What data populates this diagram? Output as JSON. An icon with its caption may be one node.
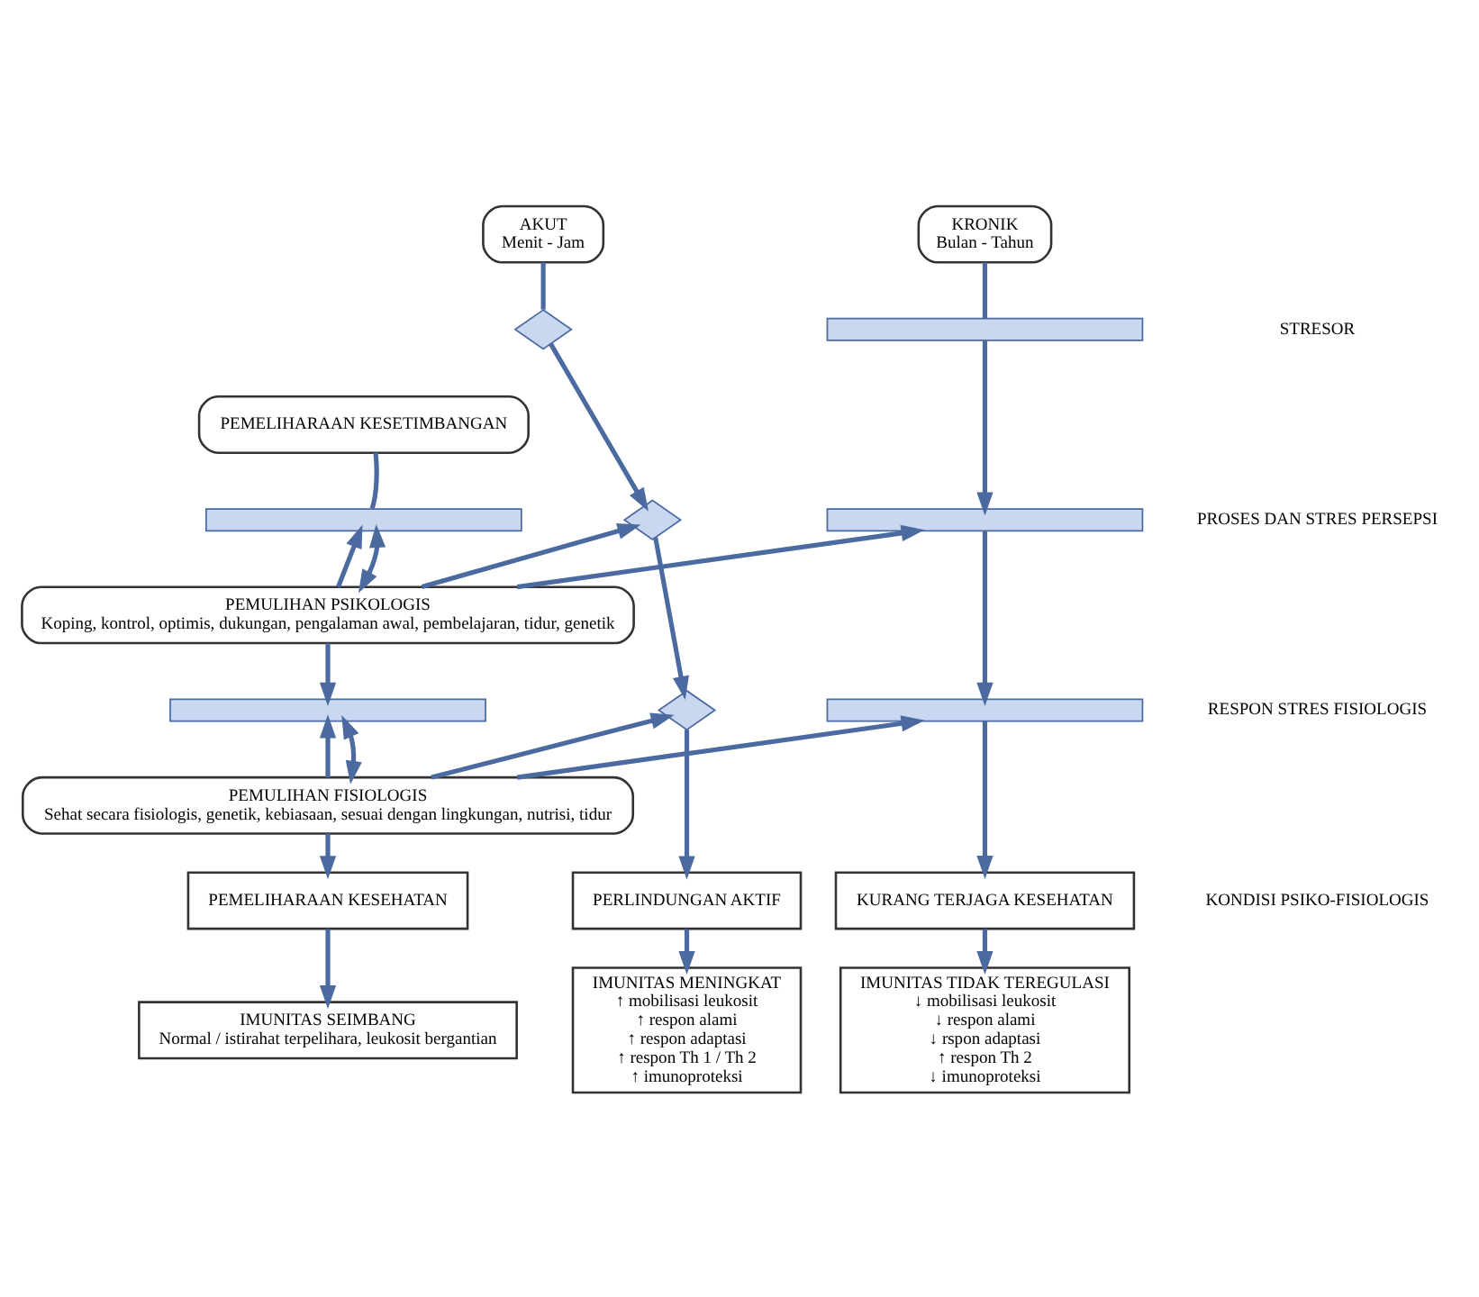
{
  "diagram": {
    "nodes": [
      {
        "text": [
          "AKUT",
          "Menit - Jam"
        ]
      },
      {
        "text": [
          "KRONIK",
          "Bulan - Tahun"
        ]
      },
      {
        "text": [
          "PEMELIHARAAN KESETIMBANGAN"
        ]
      },
      {
        "text": [
          "PEMULIHAN PSIKOLOGIS",
          "Koping, kontrol, optimis, dukungan, pengalaman awal, pembelajaran, tidur, genetik"
        ]
      },
      {
        "text": [
          "PEMULIHAN FISIOLOGIS",
          "Sehat secara fisiologis, genetik, kebiasaan, sesuai dengan lingkungan, nutrisi, tidur"
        ]
      },
      {
        "text": [
          "PERLINDUNGAN AKTIF"
        ]
      },
      {
        "text": [
          "PEMELIHARAAN KESEHATAN"
        ]
      },
      {
        "text": [
          "KURANG TERJAGA KESEHATAN"
        ]
      },
      {
        "text": [
          "IMUNITAS MENINGKAT",
          "↑ mobilisasi leukosit",
          "↑ respon alami",
          "↑ respon adaptasi",
          "↑ respon Th 1 / Th 2",
          "↑ imunoproteksi"
        ]
      },
      {
        "text": [
          "IMUNITAS SEIMBANG",
          "Normal / istirahat terpelihara, leukosit bergantian"
        ]
      },
      {
        "text": [
          "IMUNITAS TIDAK TEREGULASI",
          "↓ mobilisasi leukosit",
          "↓ respon alami",
          "↓ rspon adaptasi",
          "↑ respon Th 2",
          "↓ imunoproteksi"
        ]
      },
      {
        "text": [],
        "shape": "diamond"
      },
      {
        "text": [],
        "shape": "diamond"
      },
      {
        "text": [],
        "shape": "diamond"
      },
      {
        "text": [],
        "shape": "bar"
      },
      {
        "text": [],
        "shape": "bar"
      },
      {
        "text": [],
        "shape": "bar"
      },
      {
        "text": [],
        "shape": "bar"
      },
      {
        "text": [],
        "shape": "bar"
      }
    ],
    "edges": [
      {
        "from": 0,
        "to": 11,
        "arrow": "none"
      },
      {
        "from": 11,
        "to": 12,
        "arrow": "to"
      },
      {
        "from": 12,
        "to": 13,
        "arrow": "to"
      },
      {
        "from": 13,
        "to": 5,
        "arrow": "to"
      },
      {
        "from": 5,
        "to": 8,
        "arrow": "to"
      },
      {
        "from": 1,
        "to": 14,
        "arrow": "none"
      },
      {
        "from": 14,
        "to": 16,
        "arrow": "to"
      },
      {
        "from": 16,
        "to": 18,
        "arrow": "to"
      },
      {
        "from": 18,
        "to": 7,
        "arrow": "to"
      },
      {
        "from": 7,
        "to": 10,
        "arrow": "to"
      },
      {
        "from": 2,
        "to": 15,
        "arrow": "none"
      },
      {
        "from": 3,
        "to": 12,
        "arrow": "to"
      },
      {
        "from": 3,
        "to": 16,
        "arrow": "to"
      },
      {
        "from": 3,
        "to": 15,
        "arrow": "to"
      },
      {
        "from": 3,
        "to": 15,
        "arrow": "both"
      },
      {
        "from": 3,
        "to": 17,
        "arrow": "to"
      },
      {
        "from": 4,
        "to": 13,
        "arrow": "to"
      },
      {
        "from": 4,
        "to": 18,
        "arrow": "to"
      },
      {
        "from": 4,
        "to": 17,
        "arrow": "to"
      },
      {
        "from": 4,
        "to": 17,
        "arrow": "both"
      },
      {
        "from": 4,
        "to": 6,
        "arrow": "to"
      },
      {
        "from": 6,
        "to": 9,
        "arrow": "to"
      }
    ],
    "labels": [
      "STRESOR",
      "PROSES DAN STRES PERSEPSI",
      "RESPON STRES FISIOLOGIS",
      "KONDISI PSIKO-FISIOLOGIS"
    ]
  }
}
